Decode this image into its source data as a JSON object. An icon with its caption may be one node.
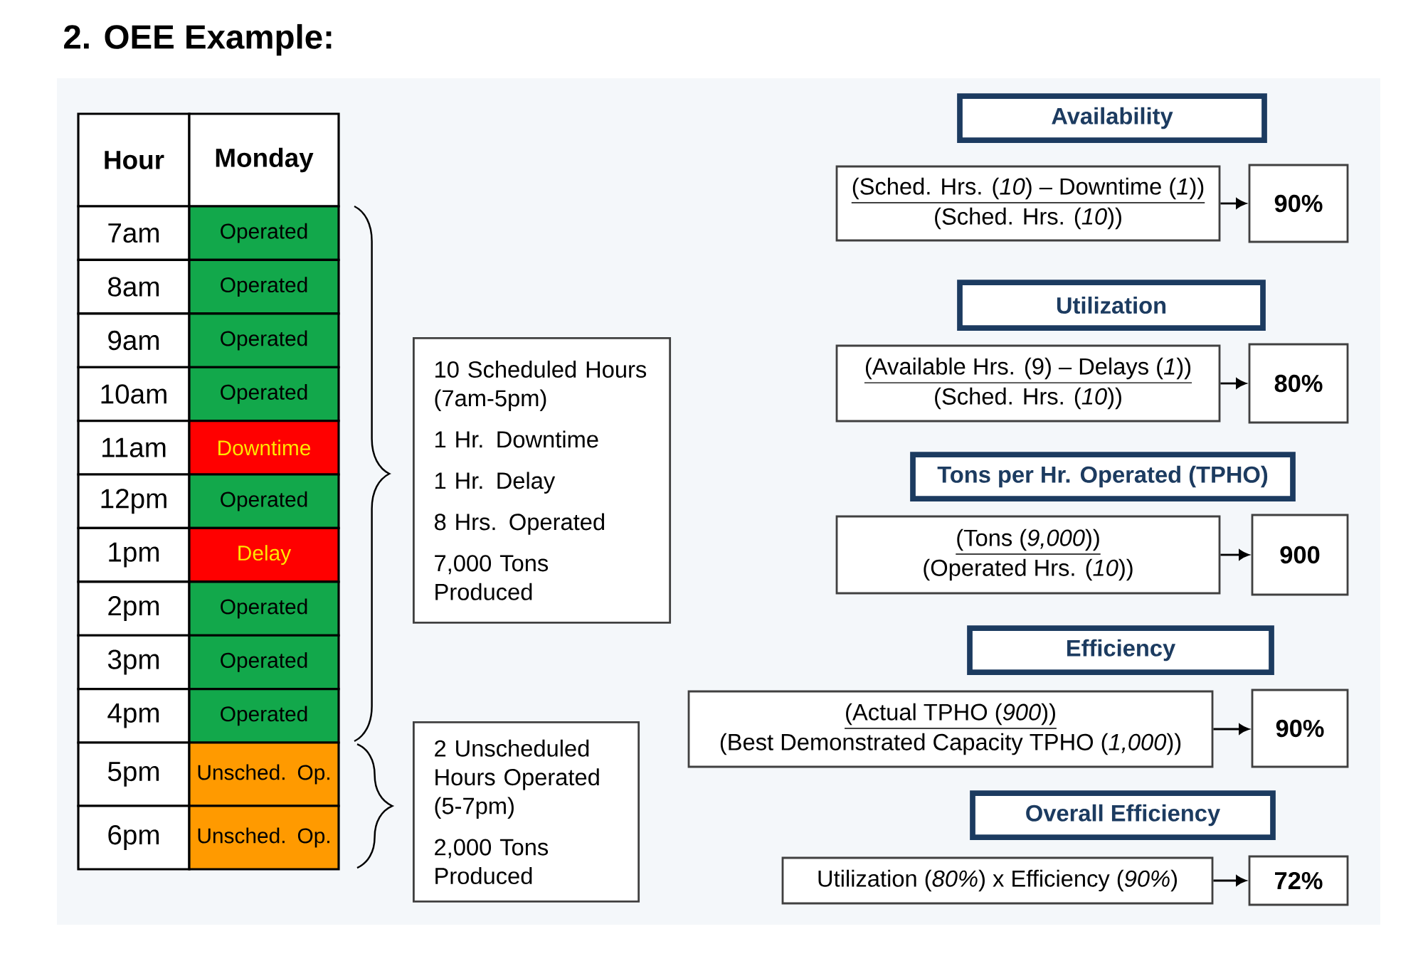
{
  "diagram": {
    "title": "2. OEE Example:",
    "nodes": [
      {
        "text": [
          "10 Scheduled Hours (7am-5pm)",
          "1 Hr. Downtime",
          "1 Hr. Delay",
          "8 Hrs. Operated",
          "7,000 Tons Produced"
        ]
      },
      {
        "text": [
          "2 Unscheduled Hours Operated (5-7pm)",
          "2,000 Tons Produced"
        ]
      },
      {
        "text": [
          "Availability"
        ]
      },
      {
        "text": [
          "(Sched. Hrs. (*10*) – Downtime (*1*))",
          "(Sched. Hrs. (*10*))"
        ]
      },
      {
        "text": [
          "90%"
        ]
      },
      {
        "text": [
          "Utilization"
        ]
      },
      {
        "text": [
          "(Available Hrs. (9) – Delays (*1*))",
          "(Sched. Hrs. (*10*))"
        ]
      },
      {
        "text": [
          "80%"
        ]
      },
      {
        "text": [
          "Tons per Hr. Operated (TPHO)"
        ]
      },
      {
        "text": [
          "(Tons (*9,000*))",
          "(Operated Hrs. (*10*))"
        ]
      },
      {
        "text": [
          "900"
        ]
      },
      {
        "text": [
          "Efficiency"
        ]
      },
      {
        "text": [
          "(Actual TPHO (*900*))",
          "(Best Demonstrated Capacity TPHO (*1,000*))"
        ]
      },
      {
        "text": [
          "90%"
        ]
      },
      {
        "text": [
          "Overall Efficiency"
        ]
      },
      {
        "text": [
          "Utilization (*80%*) x Efficiency (*90%*)"
        ]
      },
      {
        "text": [
          "72%"
        ]
      }
    ],
    "edges": [
      {
        "from": 3,
        "to": 4,
        "arrow": "to"
      },
      {
        "from": 6,
        "to": 7,
        "arrow": "to"
      },
      {
        "from": 9,
        "to": 10,
        "arrow": "to"
      },
      {
        "from": 12,
        "to": 13,
        "arrow": "to"
      },
      {
        "from": 15,
        "to": 16,
        "arrow": "to"
      }
    ],
    "labels": [
      "Hour",
      "Monday",
      "7am",
      "Operated",
      "8am",
      "Operated",
      "9am",
      "Operated",
      "10am",
      "Operated",
      "11am",
      "Downtime",
      "12pm",
      "Operated",
      "1pm",
      "Delay",
      "2pm",
      "Operated",
      "3pm",
      "Operated",
      "4pm",
      "Operated",
      "5pm",
      "Unsched. Op.",
      "6pm",
      "Unsched. Op."
    ]
  }
}
